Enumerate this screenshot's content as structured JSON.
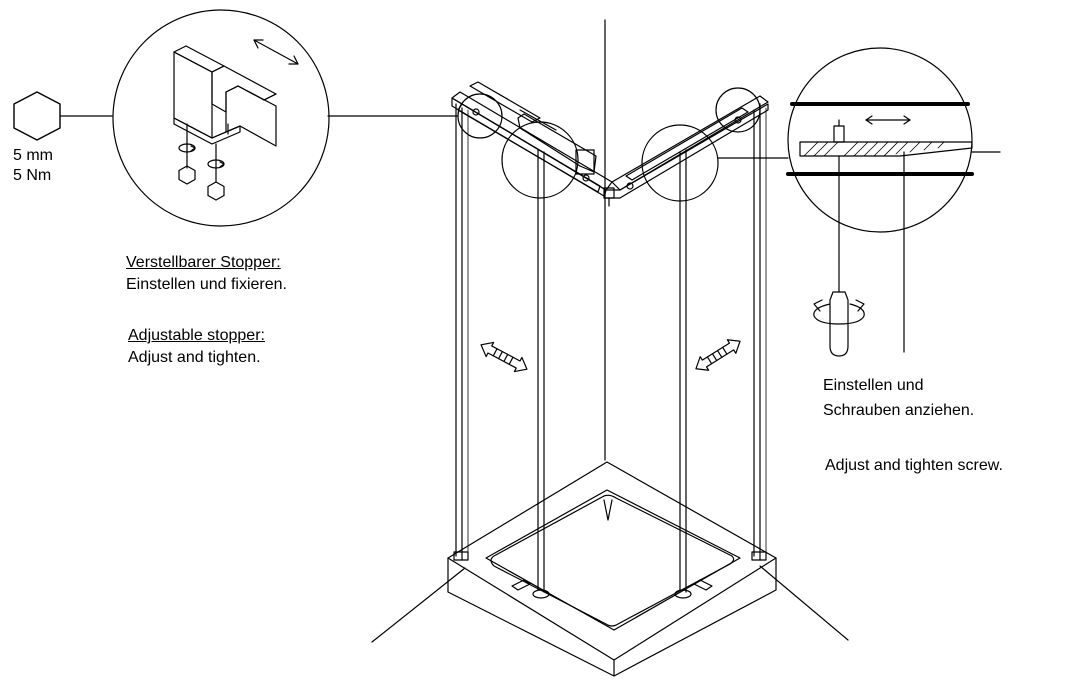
{
  "wrench_spec": {
    "size": "5 mm",
    "torque": "5 Nm"
  },
  "stopper_note": {
    "de_title": "Verstellbarer Stopper:",
    "de_text": "Einstellen und fixieren.",
    "en_title": "Adjustable stopper:",
    "en_text": "Adjust and tighten."
  },
  "screw_note": {
    "de_line1": "Einstellen und",
    "de_line2": "Schrauben anziehen.",
    "en_text": "Adjust and tighten screw."
  },
  "icons": {
    "hex_key": "hexagon-icon",
    "rotation": "rotate-arrow-icon",
    "screwdriver": "screwdriver-icon",
    "slide": "slide-arrow-icon"
  },
  "colors": {
    "line": "#000000",
    "background": "#ffffff",
    "section_hatch": "#000000"
  }
}
